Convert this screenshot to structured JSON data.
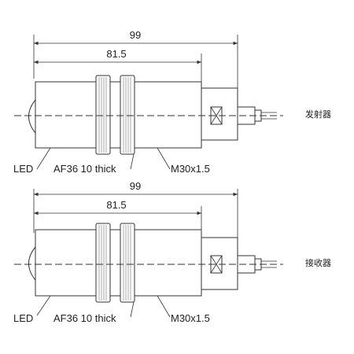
{
  "views": [
    {
      "overall_length": "99",
      "body_length": "81.5",
      "led_label": "LED",
      "nut_label": "AF36 10 thick",
      "thread_label": "M30x1.5",
      "side_label": "发射器"
    },
    {
      "overall_length": "99",
      "body_length": "81.5",
      "led_label": "LED",
      "nut_label": "AF36 10 thick",
      "thread_label": "M30x1.5",
      "side_label": "接收器"
    }
  ]
}
